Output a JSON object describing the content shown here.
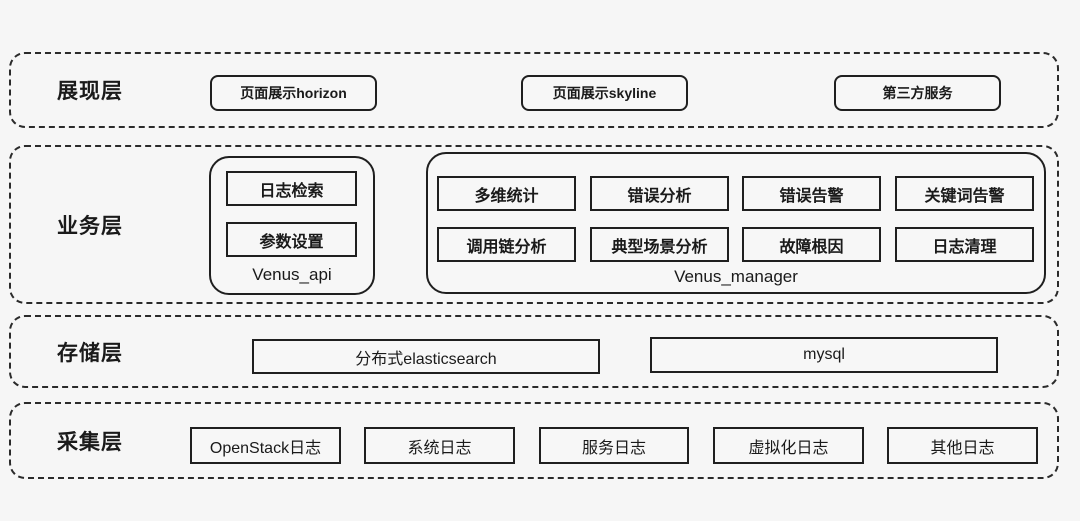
{
  "colors": {
    "background": "#f6f6f6",
    "line": "#1f1f1f",
    "text": "#1a1a1a"
  },
  "layers": {
    "presentation": {
      "label": "展现层",
      "boxes": [
        "页面展示horizon",
        "页面展示skyline",
        "第三方服务"
      ]
    },
    "business": {
      "label": "业务层",
      "groups": {
        "venus_api": {
          "name": "Venus_api",
          "items": [
            "日志检索",
            "参数设置"
          ]
        },
        "venus_manager": {
          "name": "Venus_manager",
          "items": [
            "多维统计",
            "错误分析",
            "错误告警",
            "关键词告警",
            "调用链分析",
            "典型场景分析",
            "故障根因",
            "日志清理"
          ]
        }
      }
    },
    "storage": {
      "label": "存储层",
      "boxes": [
        "分布式elasticsearch",
        "mysql"
      ]
    },
    "collection": {
      "label": "采集层",
      "boxes": [
        "OpenStack日志",
        "系统日志",
        "服务日志",
        "虚拟化日志",
        "其他日志"
      ]
    }
  }
}
